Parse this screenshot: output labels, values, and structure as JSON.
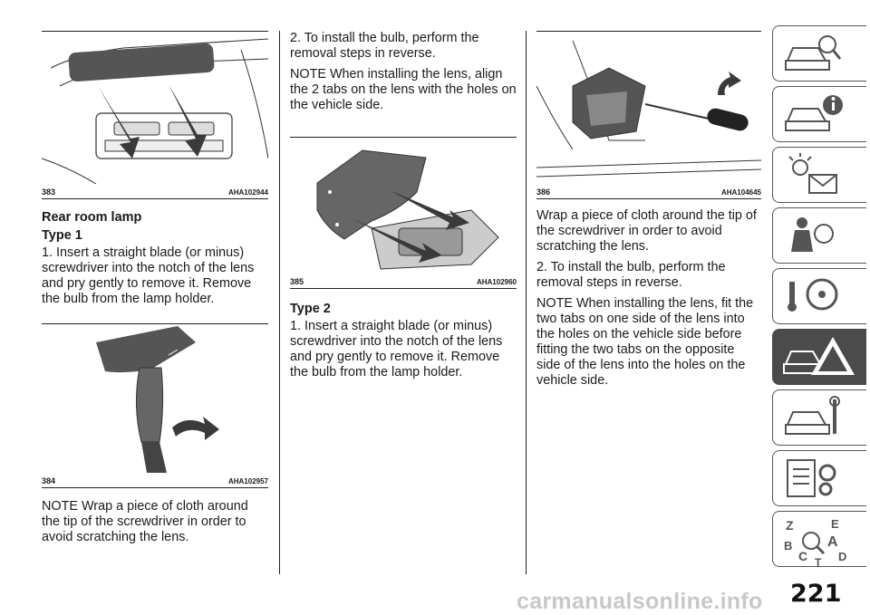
{
  "column1": {
    "fig383": {
      "number": "383",
      "code": "AHA102944"
    },
    "heading": "Rear room lamp",
    "subheading": "Type 1",
    "step1": "1. Insert a straight blade (or minus) screwdriver into the notch of the lens and pry gently to remove it. Remove the bulb from the lamp holder.",
    "fig384": {
      "number": "384",
      "code": "AHA102957"
    },
    "note": "NOTE  Wrap a piece of cloth around the tip of the screwdriver in order to avoid scratching the lens."
  },
  "column2": {
    "step2": "2. To install the bulb, perform the removal steps in reverse.",
    "note": "NOTE  When installing the lens, align the 2 tabs on the lens with the holes on the vehicle side.",
    "fig385": {
      "number": "385",
      "code": "AHA102960"
    },
    "subheading": "Type 2",
    "step1": "1. Insert a straight blade (or minus) screwdriver into the notch of the lens and pry gently to remove it. Remove the bulb from the lamp holder."
  },
  "column3": {
    "fig386": {
      "number": "386",
      "code": "AHA104645"
    },
    "wrap": "Wrap a piece of cloth around the tip of the screwdriver in order to avoid scratching the lens.",
    "step2": "2. To install the bulb, perform the removal steps in reverse.",
    "note": "NOTE  When installing the lens, fit the two tabs on one side of the lens into the holes on the vehicle side before fitting the two tabs on the opposite side of the lens into the holes on the vehicle side."
  },
  "sidebar": {
    "tabs": [
      {
        "icon": "car-search-icon",
        "active": false
      },
      {
        "icon": "car-info-icon",
        "active": false
      },
      {
        "icon": "warning-lights-messages-icon",
        "active": false
      },
      {
        "icon": "safety-airbag-icon",
        "active": false
      },
      {
        "icon": "key-steering-wheel-icon",
        "active": false
      },
      {
        "icon": "emergency-car-warning-icon",
        "active": true
      },
      {
        "icon": "car-maintenance-icon",
        "active": false
      },
      {
        "icon": "technical-specs-icon",
        "active": false
      },
      {
        "icon": "index-search-icon",
        "active": false
      }
    ],
    "letters": [
      "Z",
      "E",
      "B",
      "A",
      "C",
      "D",
      "T"
    ]
  },
  "page_number": "221",
  "watermark": "carmanualsonline.info",
  "colors": {
    "active_tab": "#4b4b4b",
    "tab_border": "#555555",
    "text": "#1a1a1a"
  }
}
